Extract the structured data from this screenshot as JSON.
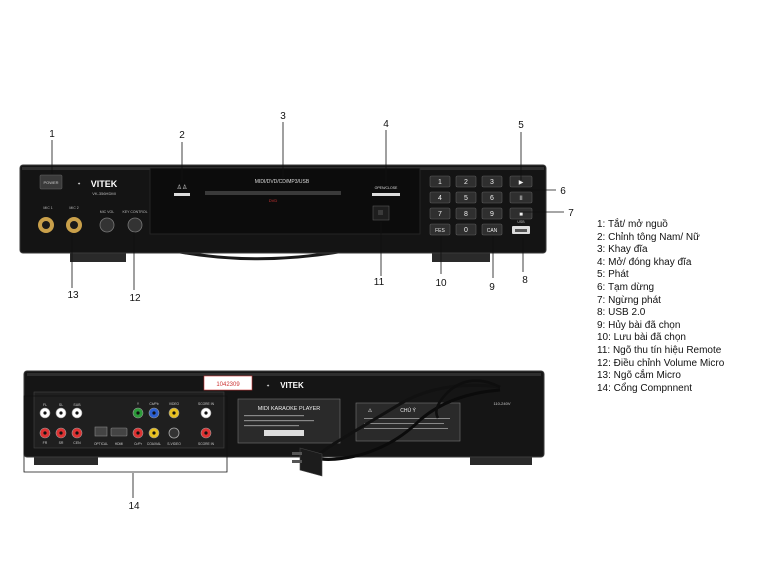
{
  "front_panel": {
    "brand": "VITEK",
    "model": "VK-356HDMI",
    "power_label": "POWER",
    "tray_label": "MIDI/DVD/CD/MP3/USB",
    "tray_logo": "DVD",
    "open_close_label": "OPEN/CLOSE",
    "mic1_label": "MIC 1",
    "mic2_label": "MIC 2",
    "mic_vol_label": "MIC VOL",
    "key_control_label": "KEY CONTROL",
    "keypad": [
      "1",
      "2",
      "3",
      "4",
      "5",
      "6",
      "7",
      "8",
      "9",
      "FES",
      "0",
      "CAN"
    ],
    "transport": [
      "▶",
      "II",
      "■"
    ],
    "usb_label": "USB"
  },
  "back_panel": {
    "brand": "VITEK",
    "plate_title": "MIDI KARAOKE PLAYER",
    "warning_title": "CHÚ Ý",
    "power_spec": "110-240V",
    "audio_labels": [
      "FL",
      "SL",
      "SUB",
      "FR",
      "SR",
      "CEN"
    ],
    "video_labels": [
      "Y",
      "Cb/Pb",
      "Cr/Pr",
      "VIDEO",
      "S-VIDEO",
      "OPTICAL",
      "HDMI",
      "COAXIAL"
    ],
    "score_labels": [
      "SCORE IN",
      "SCORE IN"
    ],
    "sticker": "1042309"
  },
  "callouts": [
    "1",
    "2",
    "3",
    "4",
    "5",
    "6",
    "7",
    "8",
    "9",
    "10",
    "11",
    "12",
    "13",
    "14"
  ],
  "legend": [
    "1: Tắt/ mở nguồ",
    "2: Chỉnh tông Nam/ Nữ",
    "3: Khay đĩa",
    "4: Mở/ đóng khay đĩa",
    "5: Phát",
    "6: Tạm dừng",
    "7: Ngừng phát",
    "8: USB 2.0",
    "9: Hủy bài đã chọn",
    "10: Lưu bài đã chọn",
    "11: Ngõ thu tín hiệu Remote",
    "12: Điều chỉnh Volume Micro",
    "13: Ngõ cắm Micro",
    "14: Cổng Compnnent"
  ]
}
